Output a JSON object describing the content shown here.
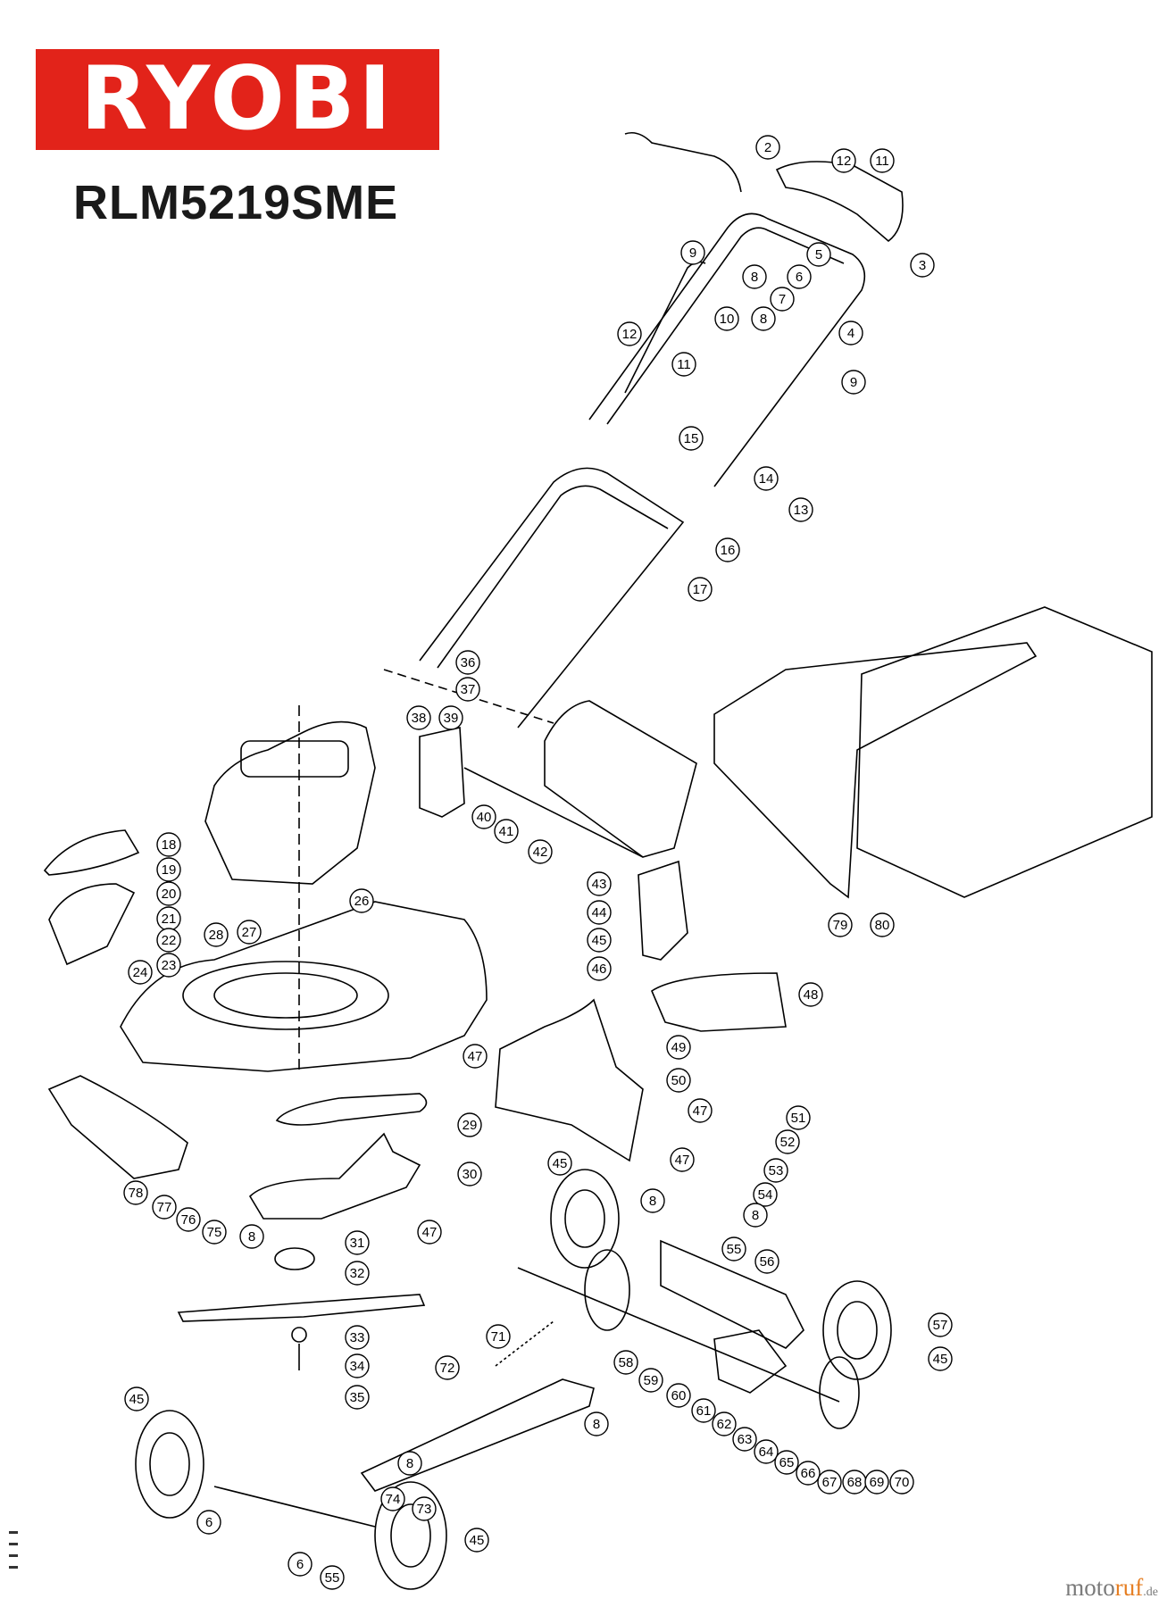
{
  "brand": "RYOBI",
  "model": "RLM5219SME",
  "watermark": {
    "part1": "moto",
    "part2": "ruf",
    "tld": ".de"
  },
  "colors": {
    "brand_red": "#e2231a",
    "line": "#000000",
    "watermark_accent": "#e67e22"
  },
  "callouts": [
    {
      "id": "c2",
      "label": "2"
    },
    {
      "id": "c12a",
      "label": "12"
    },
    {
      "id": "c11a",
      "label": "11"
    },
    {
      "id": "c3",
      "label": "3"
    },
    {
      "id": "c9a",
      "label": "9"
    },
    {
      "id": "c8a",
      "label": "8"
    },
    {
      "id": "c5",
      "label": "5"
    },
    {
      "id": "c6a",
      "label": "6"
    },
    {
      "id": "c7",
      "label": "7"
    },
    {
      "id": "c10",
      "label": "10"
    },
    {
      "id": "c4",
      "label": "4"
    },
    {
      "id": "c8b",
      "label": "8"
    },
    {
      "id": "c12b",
      "label": "12"
    },
    {
      "id": "c11b",
      "label": "11"
    },
    {
      "id": "c9b",
      "label": "9"
    },
    {
      "id": "c15",
      "label": "15"
    },
    {
      "id": "c14",
      "label": "14"
    },
    {
      "id": "c13",
      "label": "13"
    },
    {
      "id": "c16",
      "label": "16"
    },
    {
      "id": "c17",
      "label": "17"
    },
    {
      "id": "c36",
      "label": "36"
    },
    {
      "id": "c37",
      "label": "37"
    },
    {
      "id": "c38",
      "label": "38"
    },
    {
      "id": "c39",
      "label": "39"
    },
    {
      "id": "c40",
      "label": "40"
    },
    {
      "id": "c41",
      "label": "41"
    },
    {
      "id": "c42",
      "label": "42"
    },
    {
      "id": "c18",
      "label": "18"
    },
    {
      "id": "c19",
      "label": "19"
    },
    {
      "id": "c20",
      "label": "20"
    },
    {
      "id": "c21",
      "label": "21"
    },
    {
      "id": "c22",
      "label": "22"
    },
    {
      "id": "c23",
      "label": "23"
    },
    {
      "id": "c24",
      "label": "24"
    },
    {
      "id": "c26",
      "label": "26"
    },
    {
      "id": "c27",
      "label": "27"
    },
    {
      "id": "c28",
      "label": "28"
    },
    {
      "id": "c43",
      "label": "43"
    },
    {
      "id": "c44",
      "label": "44"
    },
    {
      "id": "c45a",
      "label": "45"
    },
    {
      "id": "c46",
      "label": "46"
    },
    {
      "id": "c79",
      "label": "79"
    },
    {
      "id": "c80",
      "label": "80"
    },
    {
      "id": "c48",
      "label": "48"
    },
    {
      "id": "c49",
      "label": "49"
    },
    {
      "id": "c47a",
      "label": "47"
    },
    {
      "id": "c50",
      "label": "50"
    },
    {
      "id": "c47b",
      "label": "47"
    },
    {
      "id": "c47c",
      "label": "47"
    },
    {
      "id": "c29",
      "label": "29"
    },
    {
      "id": "c51",
      "label": "51"
    },
    {
      "id": "c52",
      "label": "52"
    },
    {
      "id": "c53",
      "label": "53"
    },
    {
      "id": "c54",
      "label": "54"
    },
    {
      "id": "c8c",
      "label": "8"
    },
    {
      "id": "c8d",
      "label": "8"
    },
    {
      "id": "c55a",
      "label": "55"
    },
    {
      "id": "c45b",
      "label": "45"
    },
    {
      "id": "c30",
      "label": "30"
    },
    {
      "id": "c78",
      "label": "78"
    },
    {
      "id": "c77",
      "label": "77"
    },
    {
      "id": "c76",
      "label": "76"
    },
    {
      "id": "c75",
      "label": "75"
    },
    {
      "id": "c8e",
      "label": "8"
    },
    {
      "id": "c47d",
      "label": "47"
    },
    {
      "id": "c31",
      "label": "31"
    },
    {
      "id": "c56",
      "label": "56"
    },
    {
      "id": "c32",
      "label": "32"
    },
    {
      "id": "c57",
      "label": "57"
    },
    {
      "id": "c45c",
      "label": "45"
    },
    {
      "id": "c33",
      "label": "33"
    },
    {
      "id": "c34",
      "label": "34"
    },
    {
      "id": "c35",
      "label": "35"
    },
    {
      "id": "c71",
      "label": "71"
    },
    {
      "id": "c58",
      "label": "58"
    },
    {
      "id": "c59",
      "label": "59"
    },
    {
      "id": "c60",
      "label": "60"
    },
    {
      "id": "c72",
      "label": "72"
    },
    {
      "id": "c61",
      "label": "61"
    },
    {
      "id": "c62",
      "label": "62"
    },
    {
      "id": "c63",
      "label": "63"
    },
    {
      "id": "c64",
      "label": "64"
    },
    {
      "id": "c65",
      "label": "65"
    },
    {
      "id": "c66",
      "label": "66"
    },
    {
      "id": "c67",
      "label": "67"
    },
    {
      "id": "c68",
      "label": "68"
    },
    {
      "id": "c69",
      "label": "69"
    },
    {
      "id": "c70",
      "label": "70"
    },
    {
      "id": "c45d",
      "label": "45"
    },
    {
      "id": "c8f",
      "label": "8"
    },
    {
      "id": "c8g",
      "label": "8"
    },
    {
      "id": "c6b",
      "label": "6"
    },
    {
      "id": "c74",
      "label": "74"
    },
    {
      "id": "c73",
      "label": "73"
    },
    {
      "id": "c45e",
      "label": "45"
    },
    {
      "id": "c6c",
      "label": "6"
    },
    {
      "id": "c55b",
      "label": "55"
    }
  ]
}
